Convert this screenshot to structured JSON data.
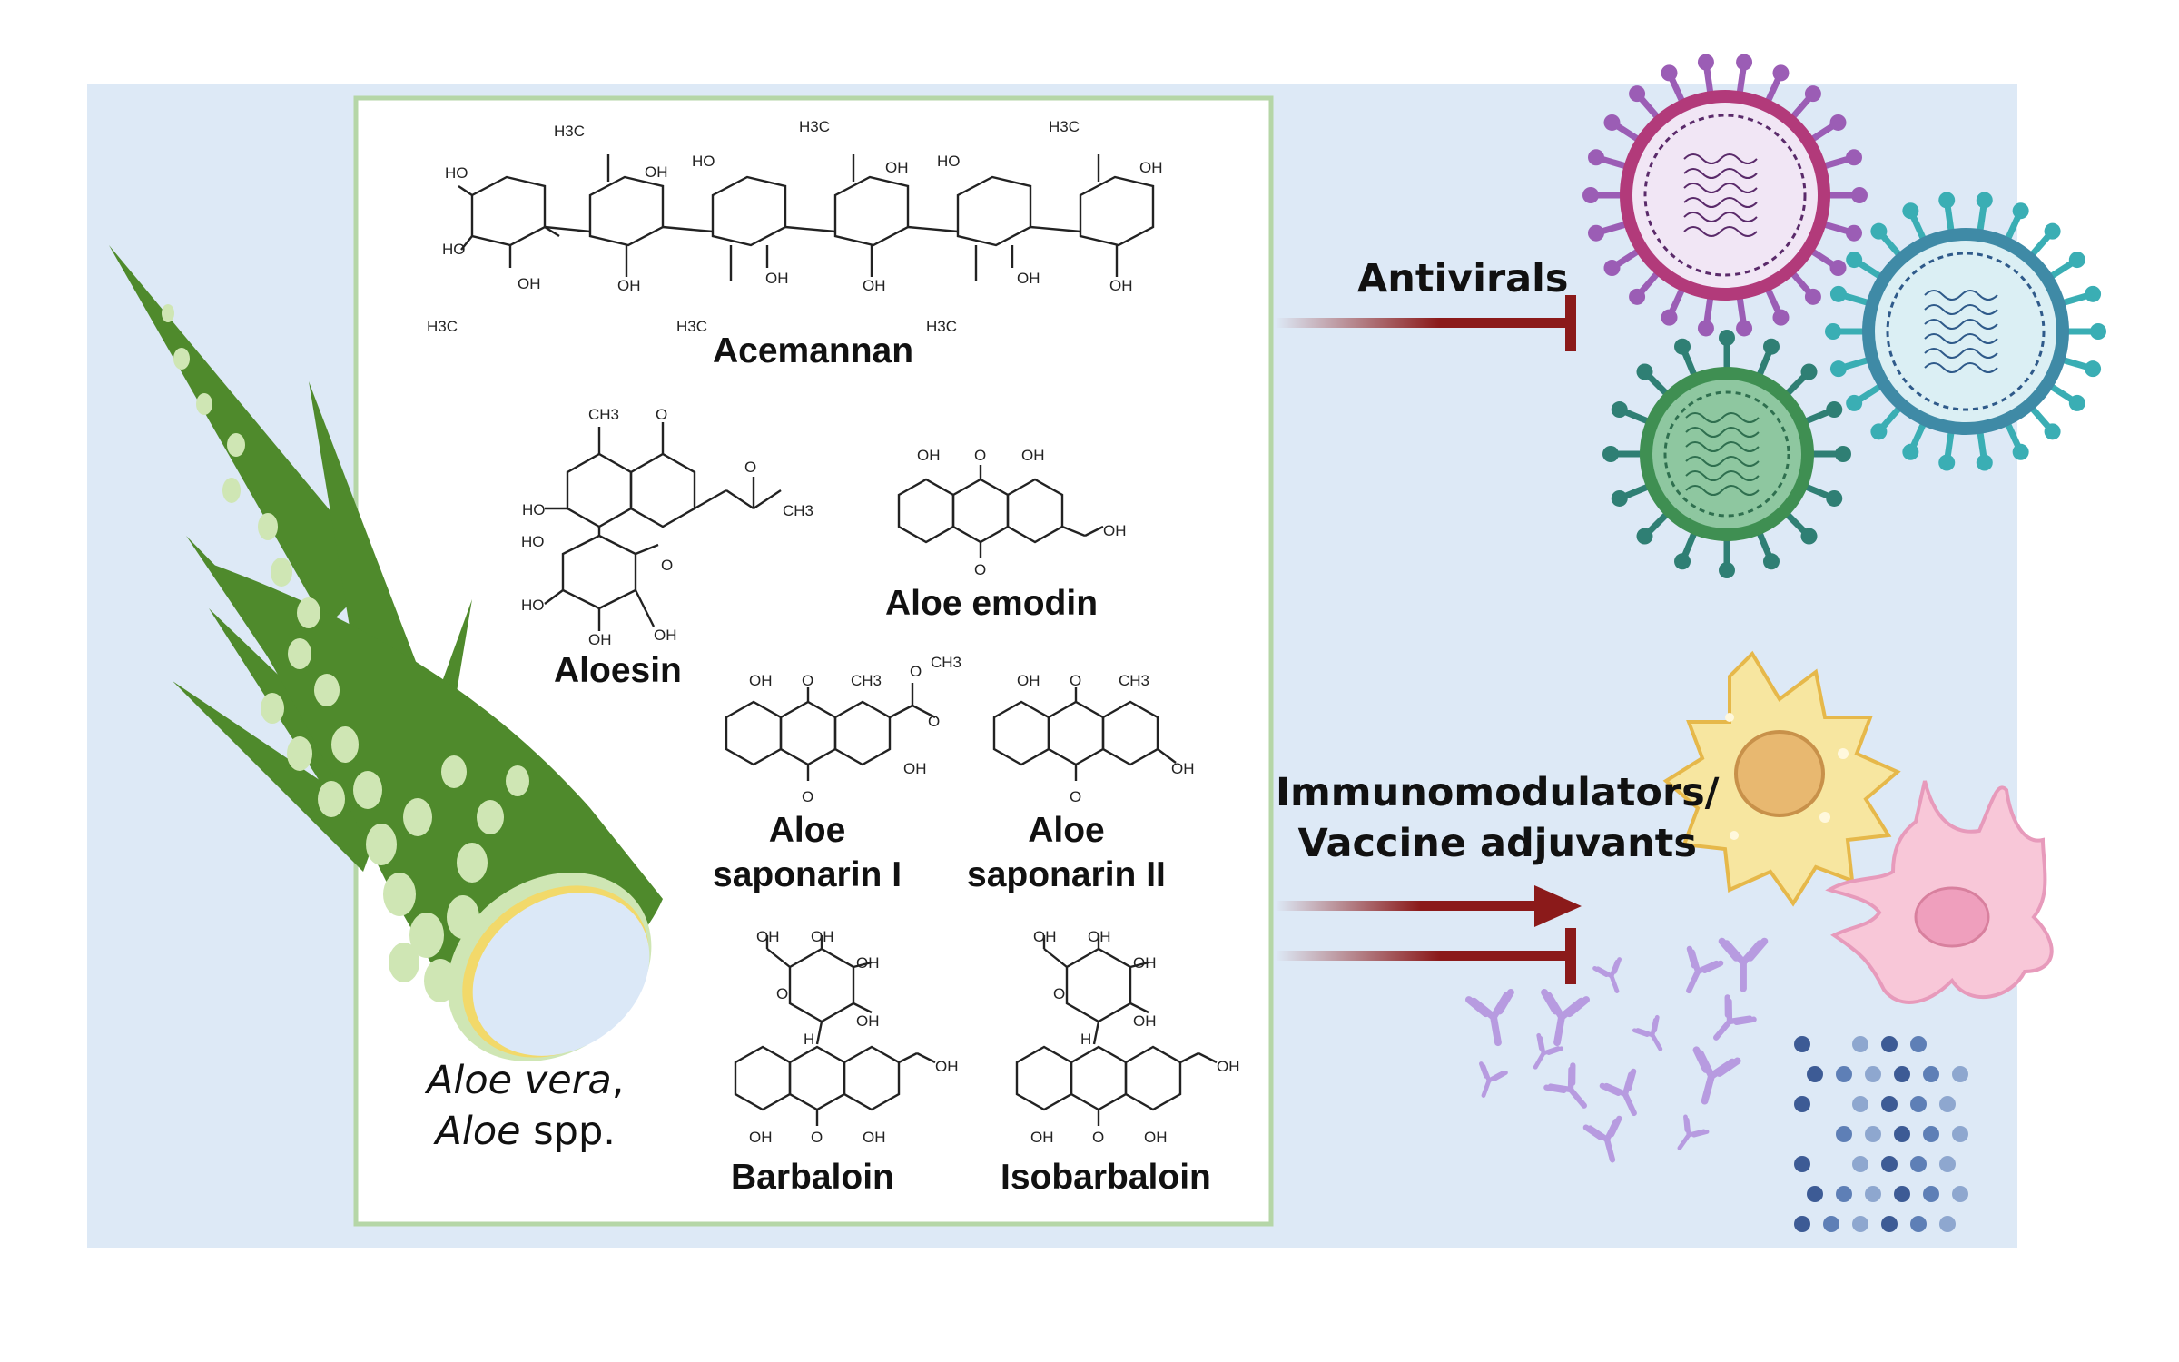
{
  "plant": {
    "line1_italic": "Aloe vera",
    "line1_suffix": ",",
    "line2_italic": "Aloe",
    "line2_suffix": " spp."
  },
  "compounds": {
    "acemannan": "Acemannan",
    "aloesin": "Aloesin",
    "aloe_emodin": "Aloe emodin",
    "saponarin_1": [
      "Aloe",
      "saponarin I"
    ],
    "saponarin_2": [
      "Aloe",
      "saponarin II"
    ],
    "barbaloin": "Barbaloin",
    "isobarbaloin": "Isobarbaloin"
  },
  "effects": {
    "antivirals": "Antivirals",
    "immuno_line1": "Immunomodulators/",
    "immuno_line2": "Vaccine adjuvants"
  },
  "structure_labels": {
    "ho": "HO",
    "oh": "OH",
    "o": "O",
    "h": "H",
    "ch3": "CH3",
    "h3c": "H3C"
  },
  "colors": {
    "background_panel": "#dde9f6",
    "compound_box_border": "#b5d6a7",
    "plant_dark": "#4f8a2c",
    "plant_spots": "#cfe6b4",
    "arrow_red": "#8b1a1a",
    "virus_purple": "#9b5db5",
    "virus_teal": "#3aaeb4",
    "virus_green": "#2f7f74",
    "dendritic_yellow": "#f7e6a0",
    "macrophage_pink": "#f6bfd3",
    "antibody_lilac": "#b79be0",
    "cytokine_blue": "#3d5b95"
  }
}
